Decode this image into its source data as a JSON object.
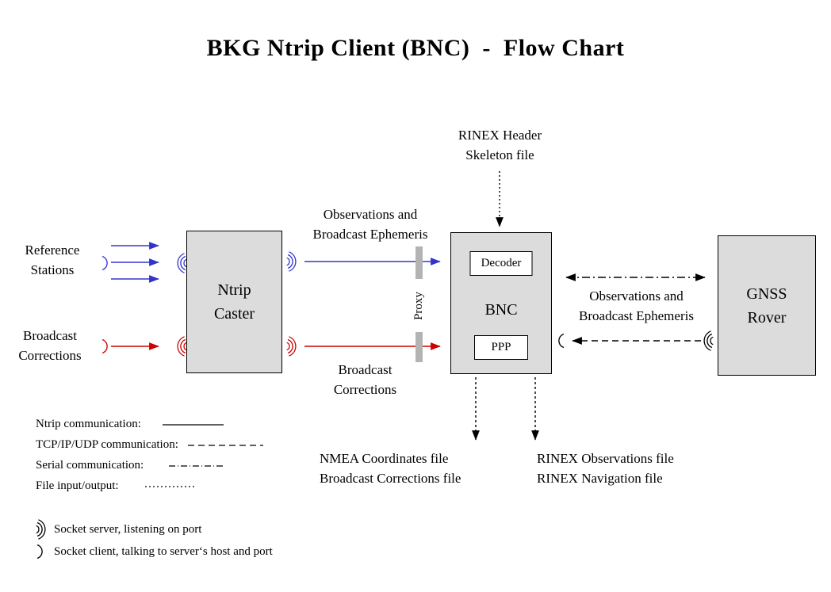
{
  "title": "BKG Ntrip Client (BNC)  -  Flow Chart",
  "colors": {
    "blue": "#3333cc",
    "red": "#cc0000",
    "box_fill": "#dcdcdc",
    "proxy_bar": "#b3b3b3"
  },
  "boxes": {
    "ntrip_caster": {
      "label": "Ntrip\nCaster"
    },
    "bnc": {
      "label": "BNC",
      "decoder": "Decoder",
      "ppp": "PPP"
    },
    "gnss_rover": {
      "label": "GNSS\nRover"
    }
  },
  "labels": {
    "reference_stations": "Reference\nStations",
    "broadcast_corrections_left": "Broadcast\nCorrections",
    "observations_top": "Observations and\nBroadcast Ephemeris",
    "broadcast_corrections_mid": "Broadcast\nCorrections",
    "rinex_header_skeleton": "RINEX Header\nSkeleton file",
    "observations_right": "Observations and\nBroadcast Ephemeris",
    "proxy": "Proxy",
    "nmea_files": "NMEA Coordinates file\nBroadcast Corrections file",
    "rinex_files": "RINEX Observations file\nRINEX Navigation file"
  },
  "legend": {
    "ntrip": "Ntrip communication:",
    "tcp": "TCP/IP/UDP communication:",
    "serial": "Serial communication:",
    "file": "File input/output:",
    "socket_server": "Socket server, listening on port",
    "socket_client": "Socket client, talking to server‘s host and port"
  }
}
